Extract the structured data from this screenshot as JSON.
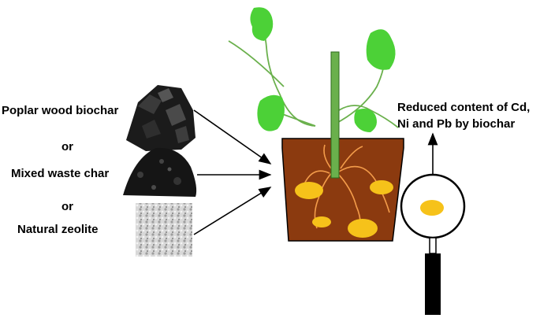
{
  "materials": {
    "poplar_label": "Poplar wood biochar",
    "or_1": "or",
    "mixed_label": "Mixed waste char",
    "or_2": "or",
    "zeolite_label": "Natural zeolite"
  },
  "result": {
    "line1": "Reduced content of Cd,",
    "line2": "Ni and Pb by biochar"
  },
  "colors": {
    "leaf": "#4cd137",
    "stem": "#6ab04c",
    "soil": "#8b3a0f",
    "root": "#f39c4a",
    "tuber": "#f6c21a",
    "handle": "#000000"
  }
}
